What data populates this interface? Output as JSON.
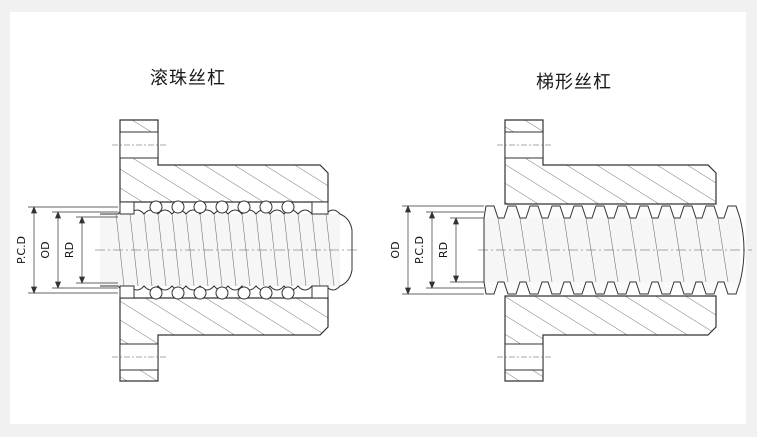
{
  "ball_screw": {
    "title": "滚珠丝杠",
    "labels": {
      "pcd": "P.C.D",
      "od": "OD",
      "rd": "RD"
    }
  },
  "trapezoidal_screw": {
    "title": "梯形丝杠",
    "labels": {
      "od": "OD",
      "pcd": "P.C.D",
      "rd": "RD"
    }
  },
  "colors": {
    "line": "#333333",
    "thread_fill": "#f4f4f4",
    "hatch": "#555555",
    "background": "#f1f1f1",
    "panel": "#ffffff"
  }
}
